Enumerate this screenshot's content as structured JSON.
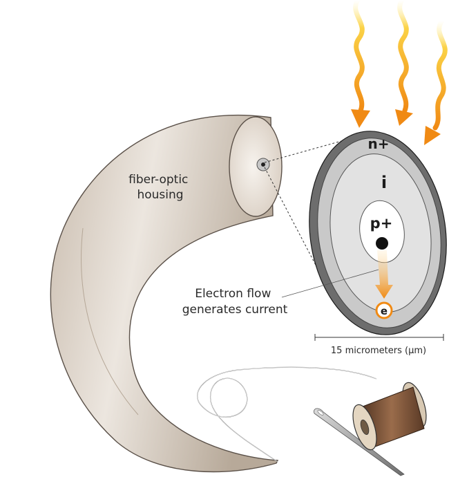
{
  "labels": {
    "housing": [
      "fiber-optic",
      "housing"
    ],
    "flow": [
      "Electron flow",
      "generates current"
    ],
    "scale": "15 micrometers (µm)"
  },
  "layers": {
    "outer": "n+",
    "intrinsic": "i",
    "core": "p+",
    "electron": "e"
  },
  "colors": {
    "housing": "#dcd2c7",
    "outer_ring": "#6d6d6d",
    "n_layer": "#c9c9c9",
    "i_layer": "#e2e2e2",
    "core": "#ffffff",
    "electron_accent": "#f28c17",
    "light_wave": "#f5a623",
    "spool": "#7a5236"
  },
  "icons": [
    "light-wave-icon",
    "electron-icon",
    "thread-spool-icon",
    "needle-icon"
  ]
}
